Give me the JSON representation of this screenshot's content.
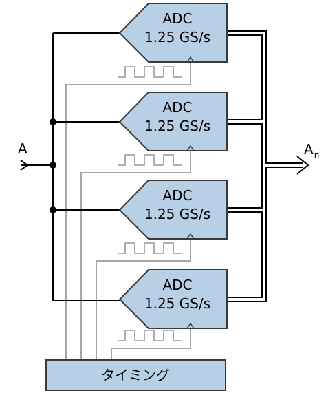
{
  "input_label": "A",
  "output_label": {
    "base": "A",
    "subscript": "n"
  },
  "adcs": [
    {
      "line1": "ADC",
      "line2": "1.25 GS/s"
    },
    {
      "line1": "ADC",
      "line2": "1.25 GS/s"
    },
    {
      "line1": "ADC",
      "line2": "1.25 GS/s"
    },
    {
      "line1": "ADC",
      "line2": "1.25 GS/s"
    }
  ],
  "timing_label": "タイミング",
  "colors": {
    "block_fill": "#b8d0e6",
    "block_stroke": "#3a3a3a",
    "signal_line": "#000000",
    "clock_line": "#a6a6a6"
  }
}
